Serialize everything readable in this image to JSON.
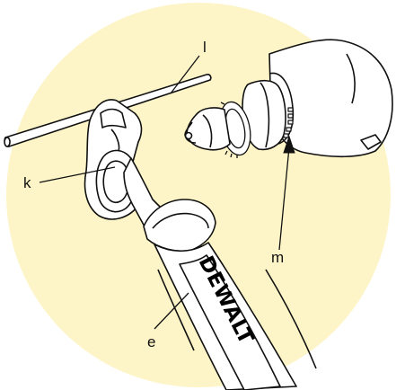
{
  "colors": {
    "circle_fill": "#fdf5c7",
    "line": "#111111",
    "tool_fill": "#ffffff",
    "grip_fill": "#d9d9d9",
    "brand_text": "#000000"
  },
  "callouts": {
    "l": "l",
    "k": "k",
    "m": "m",
    "e": "e"
  },
  "handle": {
    "brand": "DEWALT"
  }
}
